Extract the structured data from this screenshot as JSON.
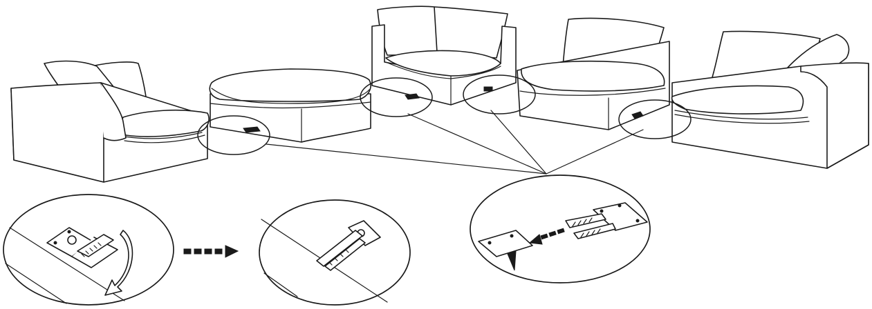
{
  "diagram": {
    "kind": "sectional-sofa-assembly",
    "modules": [
      {
        "name": "left-armchair-module"
      },
      {
        "name": "ottoman-module"
      },
      {
        "name": "corner-module"
      },
      {
        "name": "armless-module"
      },
      {
        "name": "right-armchair-module"
      }
    ],
    "details": [
      {
        "name": "bracket-rotate-step",
        "icon": "curved-arrow"
      },
      {
        "name": "bracket-positioned-step"
      },
      {
        "name": "bracket-connect-step",
        "icon": "dashed-arrow"
      }
    ],
    "colors": {
      "line": "#1a1a1a",
      "fill": "#ffffff"
    }
  }
}
